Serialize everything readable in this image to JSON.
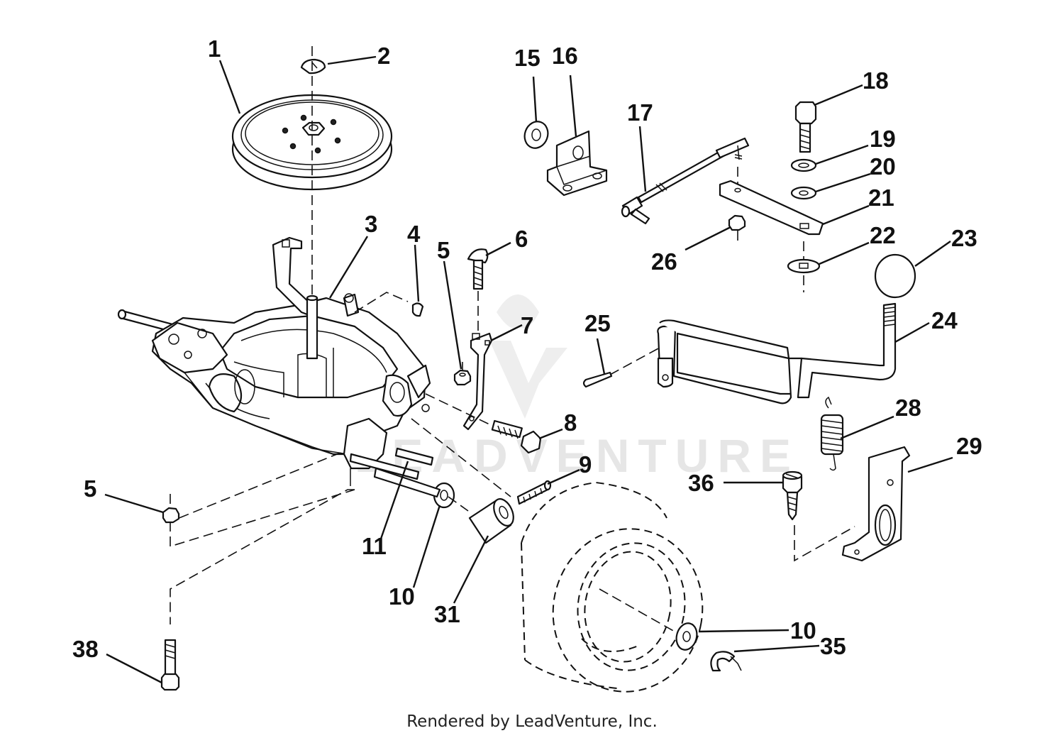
{
  "diagram": {
    "watermark": "LEADVENTURE",
    "footer": "Rendered by LeadVenture, Inc.",
    "callouts": [
      {
        "id": "c1",
        "label": "1"
      },
      {
        "id": "c2",
        "label": "2"
      },
      {
        "id": "c3",
        "label": "3"
      },
      {
        "id": "c4",
        "label": "4"
      },
      {
        "id": "c5a",
        "label": "5"
      },
      {
        "id": "c5b",
        "label": "5"
      },
      {
        "id": "c6",
        "label": "6"
      },
      {
        "id": "c7",
        "label": "7"
      },
      {
        "id": "c8",
        "label": "8"
      },
      {
        "id": "c9",
        "label": "9"
      },
      {
        "id": "c10a",
        "label": "10"
      },
      {
        "id": "c10b",
        "label": "10"
      },
      {
        "id": "c11",
        "label": "11"
      },
      {
        "id": "c15",
        "label": "15"
      },
      {
        "id": "c16",
        "label": "16"
      },
      {
        "id": "c17",
        "label": "17"
      },
      {
        "id": "c18",
        "label": "18"
      },
      {
        "id": "c19",
        "label": "19"
      },
      {
        "id": "c20",
        "label": "20"
      },
      {
        "id": "c21",
        "label": "21"
      },
      {
        "id": "c22",
        "label": "22"
      },
      {
        "id": "c23",
        "label": "23"
      },
      {
        "id": "c24",
        "label": "24"
      },
      {
        "id": "c25",
        "label": "25"
      },
      {
        "id": "c26",
        "label": "26"
      },
      {
        "id": "c28",
        "label": "28"
      },
      {
        "id": "c29",
        "label": "29"
      },
      {
        "id": "c31",
        "label": "31"
      },
      {
        "id": "c35",
        "label": "35"
      },
      {
        "id": "c36",
        "label": "36"
      },
      {
        "id": "c38",
        "label": "38"
      }
    ]
  }
}
